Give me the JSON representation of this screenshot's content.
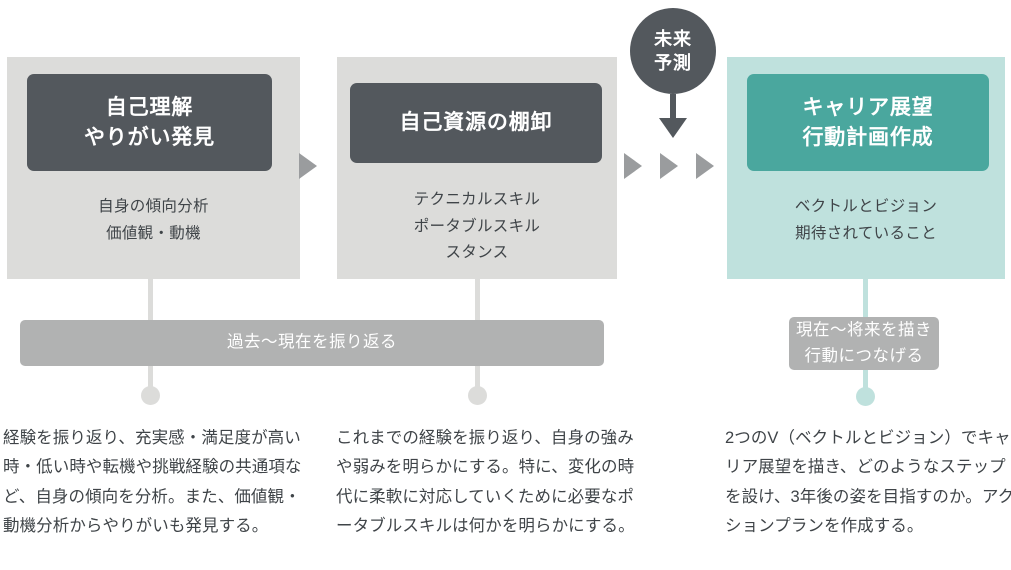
{
  "diagram": {
    "title_hidden": "",
    "colors": {
      "panel_gray": "#dcdcda",
      "panel_teal": "#bfe1dd",
      "card_dark": "#53585d",
      "card_teal": "#4aa79e",
      "band_gray": "#b1b2b2",
      "triangle_gray": "#9a9c9e",
      "text_dark": "#3f4448",
      "text_white": "#ffffff"
    },
    "steps": [
      {
        "id": "step-1",
        "card_title_line1": "自己理解",
        "card_title_line2": "やりがい発見",
        "sub_line1": "自身の傾向分析",
        "sub_line2": "価値観・動機",
        "sub_line3": "",
        "description": "経験を振り返り、充実感・満足度が高い時・低い時や転機や挑戦経験の共通項など、自身の傾向を分析。また、価値観・動機分析からやりがいも発見する。"
      },
      {
        "id": "step-2",
        "card_title_line1": "自己資源の棚卸",
        "card_title_line2": "",
        "sub_line1": "テクニカルスキル",
        "sub_line2": "ポータブルスキル",
        "sub_line3": "スタンス",
        "description": "これまでの経験を振り返り、自身の強みや弱みを明らかにする。特に、変化の時代に柔軟に対応していくために必要なポータブルスキルは何かを明らかにする。"
      },
      {
        "id": "step-3",
        "card_title_line1": "キャリア展望",
        "card_title_line2": "行動計画作成",
        "sub_line1": "ベクトルとビジョン",
        "sub_line2": "期待されていること",
        "sub_line3": "",
        "description": "2つのV（ベクトルとビジョン）でキャリア展望を描き、どのようなステップを設け、3年後の姿を目指すのか。アクションプランを作成する。"
      }
    ],
    "badge": {
      "line1": "未来",
      "line2": "予測"
    },
    "bands": {
      "left_label": "過去〜現在を振り返る",
      "right_label_line1": "現在〜将来を描き",
      "right_label_line2": "行動につなげる"
    },
    "icons": {
      "arrow_between_1_2": "play-triangle",
      "arrows_before_step3": "play-triangle",
      "badge_arrow": "arrow-down"
    }
  }
}
